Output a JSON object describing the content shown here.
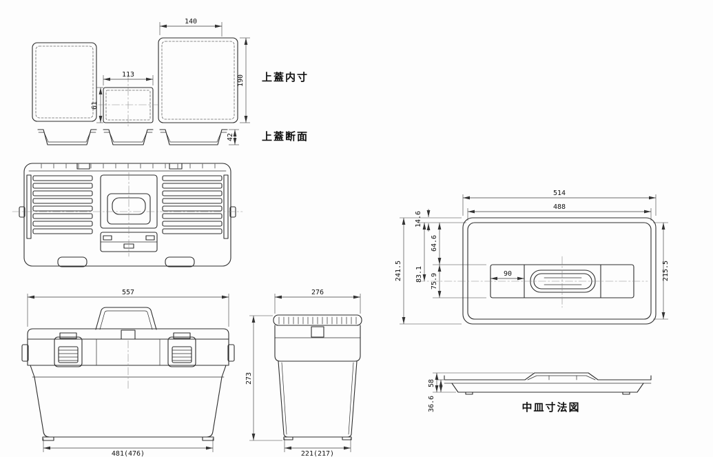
{
  "labels": {
    "lid_inner": "上蓋内寸",
    "lid_section": "上蓋断面",
    "tray_caption": "中皿寸法図"
  },
  "dims": {
    "lid_right_width": "140",
    "lid_mid_width": "113",
    "lid_right_height": "190",
    "lid_mid_height": "61",
    "lid_section_height": "42",
    "front_top_width": "557",
    "front_height": "273",
    "front_bottom_width": "481(476)",
    "side_top_width": "276",
    "side_bottom_width": "221(217)",
    "tray_outer_width": "514",
    "tray_inner_width": "488",
    "tray_outer_depth": "241.5",
    "tray_rim_offset": "14.6",
    "tray_offset_1": "64.6",
    "tray_offset_2": "83.1",
    "tray_band_depth": "75.9",
    "tray_pocket_width": "90",
    "tray_inner_depth": "215.5",
    "tray_total_height": "58",
    "tray_body_height": "36.6"
  }
}
